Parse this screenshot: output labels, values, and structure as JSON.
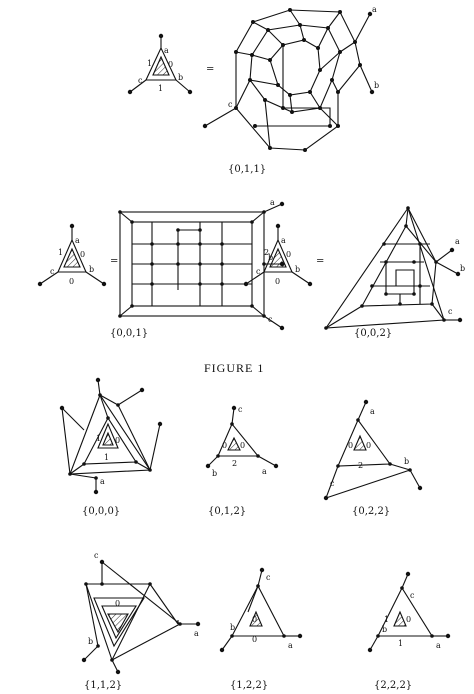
{
  "figure_label": "FIGURE 1",
  "equals": "=",
  "captions": [
    "{0,1,1}",
    "{0,0,1}",
    "{0,0,2}",
    "{0,0,0}",
    "{0,1,2}",
    "{0,2,2}",
    "{1,1,2}",
    "{1,2,2}",
    "{2,2,2}"
  ],
  "terminals": {
    "a": "a",
    "b": "b",
    "c": "c"
  },
  "weights": {
    "g011": [
      "1",
      "0",
      "1"
    ],
    "g001": [
      "1",
      "0",
      "0"
    ],
    "g002": [
      "2",
      "0",
      "0"
    ],
    "g000": [
      "1",
      "0",
      "1"
    ],
    "g012": [
      "0",
      "0",
      "2"
    ],
    "g022": [
      "0",
      "0",
      "2"
    ],
    "g112": [
      "0"
    ],
    "g122": [
      "0",
      "0"
    ],
    "g222": [
      "1",
      "0",
      "1"
    ]
  }
}
